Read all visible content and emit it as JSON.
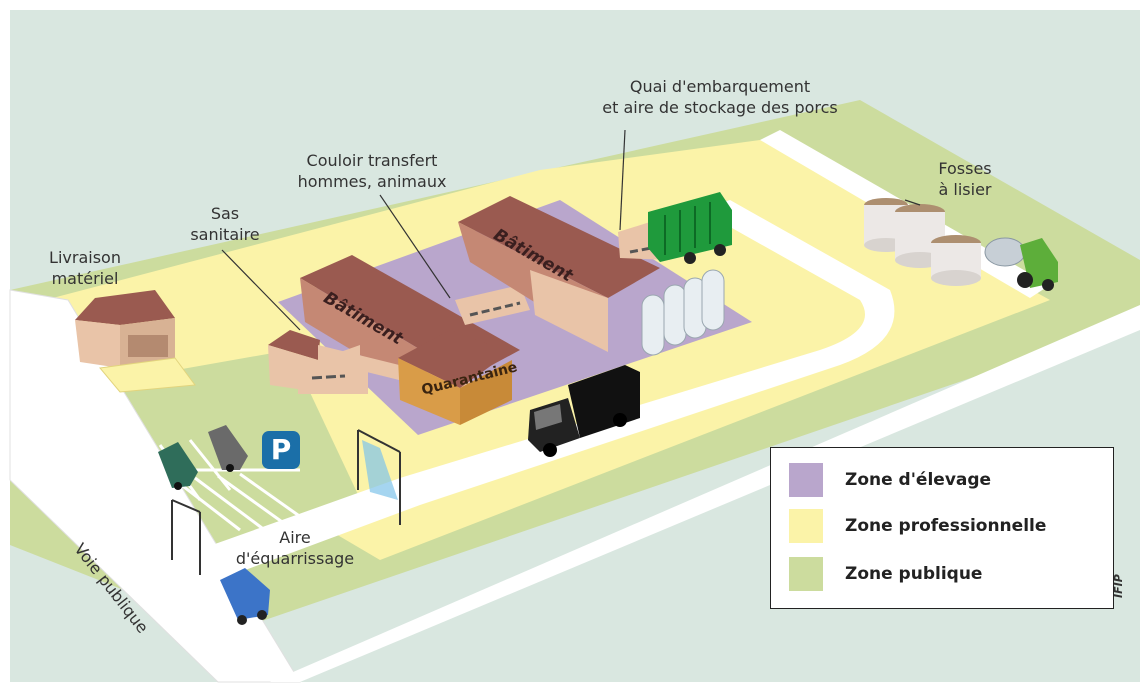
{
  "labels": {
    "quai_line1": "Quai d'embarquement",
    "quai_line2": "et aire de stockage des porcs",
    "couloir_line1": "Couloir transfert",
    "couloir_line2": "hommes, animaux",
    "fosses_line1": "Fosses",
    "fosses_line2": "à lisier",
    "sas_line1": "Sas",
    "sas_line2": "sanitaire",
    "livraison_line1": "Livraison",
    "livraison_line2": "matériel",
    "aire_line1": "Aire",
    "aire_line2": "d'équarrissage",
    "voie": "Voie publique"
  },
  "buildings": {
    "batiment_1": "Bâtiment",
    "batiment_2": "Bâtiment",
    "quarantaine": "Quarantaine"
  },
  "parking_sign": "P",
  "legend": {
    "items": [
      {
        "label": "Zone d'élevage",
        "color": "#b9a6cc"
      },
      {
        "label": "Zone professionnelle",
        "color": "#fbf3a8"
      },
      {
        "label": "Zone publique",
        "color": "#ccdc9e"
      }
    ]
  },
  "credit": "IFIP",
  "colors": {
    "background": "#d9e7e0",
    "zone_elevage": "#b9a6cc",
    "zone_professionnelle": "#fbf3a8",
    "zone_publique": "#ccdc9e",
    "road": "#ffffff",
    "roof": "#9a5a50",
    "wall": "#e9c4a8",
    "quarantaine": "#d99c48"
  }
}
